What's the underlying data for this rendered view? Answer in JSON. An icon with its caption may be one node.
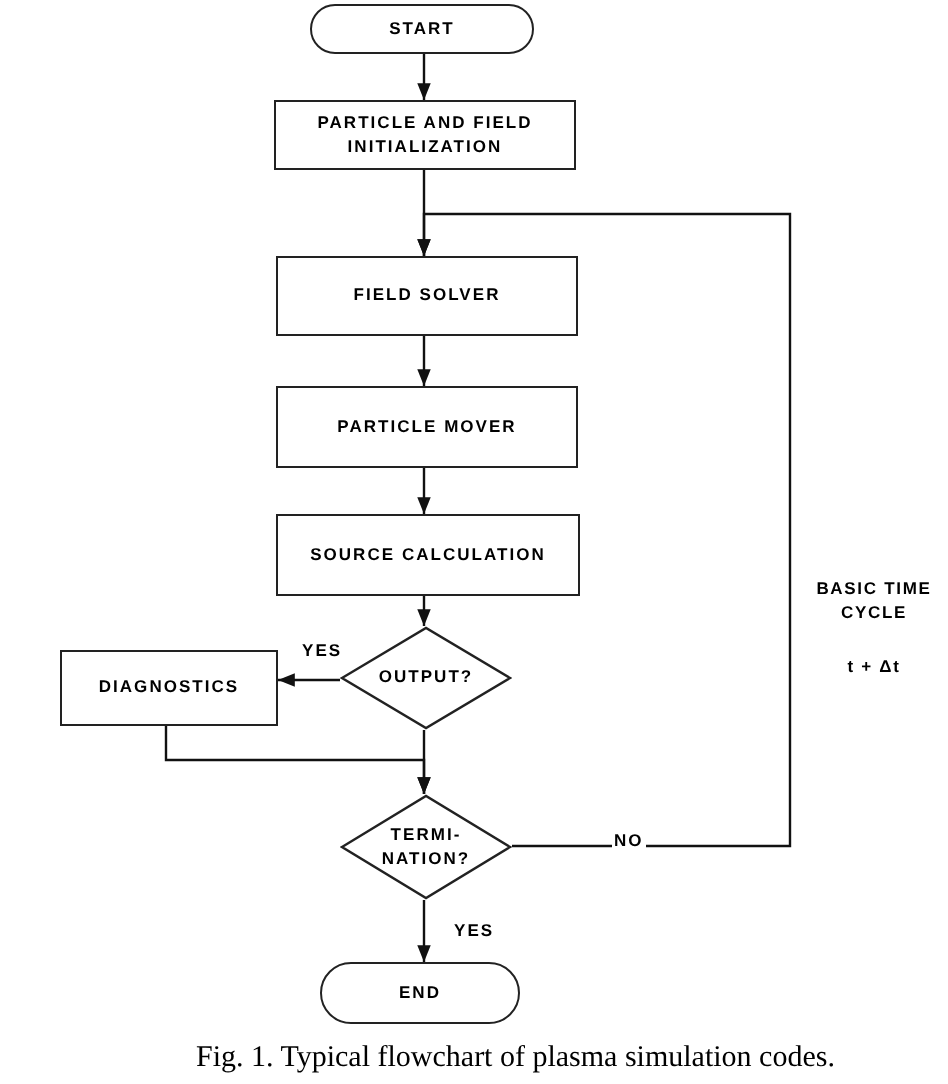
{
  "diagram": {
    "caption": "Fig. 1. Typical flowchart of plasma simulation codes.",
    "nodes": [
      {
        "text": [
          "START"
        ]
      },
      {
        "text": [
          "PARTICLE AND FIELD INITIALIZATION"
        ]
      },
      {
        "text": [
          "FIELD SOLVER"
        ]
      },
      {
        "text": [
          "PARTICLE MOVER"
        ]
      },
      {
        "text": [
          "SOURCE CALCULATION"
        ]
      },
      {
        "text": [
          "OUTPUT?"
        ]
      },
      {
        "text": [
          "DIAGNOSTICS"
        ]
      },
      {
        "text": [
          "TERMI- NATION?"
        ]
      },
      {
        "text": [
          "END"
        ]
      }
    ],
    "edges": [
      {
        "from": 0,
        "to": 1,
        "arrow": "to"
      },
      {
        "from": 1,
        "to": 2,
        "arrow": "to"
      },
      {
        "from": 2,
        "to": 3,
        "arrow": "to"
      },
      {
        "from": 3,
        "to": 4,
        "arrow": "to"
      },
      {
        "from": 4,
        "to": 5,
        "arrow": "to"
      },
      {
        "from": 5,
        "to": 6,
        "arrow": "to",
        "label": "YES"
      },
      {
        "from": 5,
        "to": 7,
        "arrow": "to"
      },
      {
        "from": 6,
        "to": 7,
        "arrow": "to"
      },
      {
        "from": 7,
        "to": 2,
        "arrow": "to",
        "label": "NO"
      },
      {
        "from": 7,
        "to": 8,
        "arrow": "to",
        "label": "YES"
      }
    ],
    "labels": [
      "BASIC TIME CYCLE",
      "t + Δt"
    ]
  }
}
